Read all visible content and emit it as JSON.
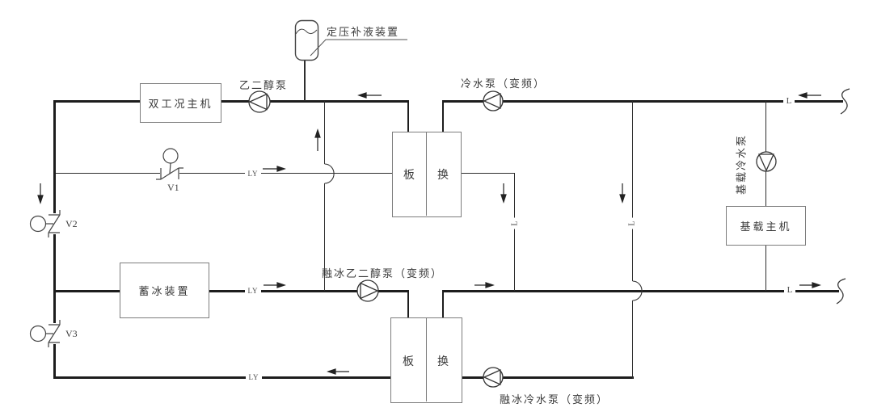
{
  "diagram": {
    "expansion_tank": {
      "label": "定压补液装置"
    },
    "pumps": {
      "glycol": {
        "label": "乙二醇泵"
      },
      "chilled_water": {
        "label": "冷水泵（变频）"
      },
      "ice_melt_glycol": {
        "label": "融冰乙二醇泵（变频）"
      },
      "ice_melt_water": {
        "label": "融冰冷水泵（变频）"
      },
      "base_load_water": {
        "label": "基载冷水泵"
      }
    },
    "equipment": {
      "dual_mode_chiller": {
        "label": "双工况主机"
      },
      "ice_storage": {
        "label": "蓄冰装置"
      },
      "base_load_chiller": {
        "label": "基载主机"
      },
      "hx_char_left": "板",
      "hx_char_right": "换"
    },
    "valves": {
      "v1": "V1",
      "v2": "V2",
      "v3": "V3"
    },
    "pipe_tags": {
      "glycol_line": "LY",
      "chilled_water_line": "L"
    },
    "colors": {
      "line": "#1d1d1d",
      "box_border": "#7d7d7d",
      "background": "#ffffff",
      "text": "#3a3a3a"
    }
  }
}
